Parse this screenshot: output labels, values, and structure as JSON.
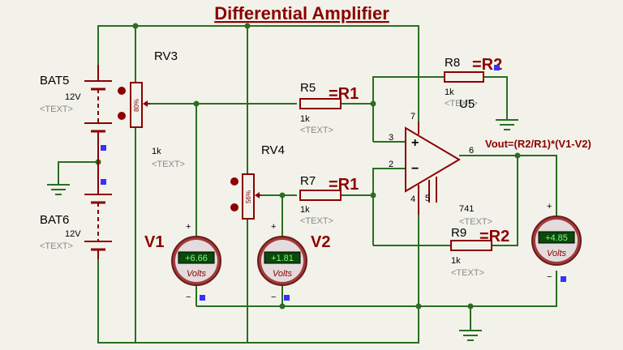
{
  "title": "Differential Amplifier",
  "formula": "Vout=(R2/R1)*(V1-V2)",
  "placeholder": "<TEXT>",
  "batteries": [
    {
      "ref": "BAT5",
      "value": "12V"
    },
    {
      "ref": "BAT6",
      "value": "12V"
    }
  ],
  "pots": [
    {
      "ref": "RV3",
      "value": "1k",
      "setting": "80%"
    },
    {
      "ref": "RV4",
      "value": "1k",
      "setting": "56%"
    }
  ],
  "resistors": [
    {
      "ref": "R5",
      "value": "1k",
      "label": "=R1"
    },
    {
      "ref": "R7",
      "value": "1k",
      "label": "=R1"
    },
    {
      "ref": "R8",
      "value": "1k",
      "label": "=R2"
    },
    {
      "ref": "R9",
      "value": "1k",
      "label": "=R2"
    }
  ],
  "opamp": {
    "ref": "U5",
    "model": "741",
    "pins": {
      "in_plus": "3",
      "in_minus": "2",
      "out": "6",
      "v_plus": "7",
      "v_minus": "4",
      "offset": "5"
    }
  },
  "voltmeters": [
    {
      "ref": "V1",
      "reading": "+6.66",
      "unit": "Volts"
    },
    {
      "ref": "V2",
      "reading": "+1.81",
      "unit": "Volts"
    },
    {
      "ref": "",
      "reading": "+4.85",
      "unit": "Volts"
    }
  ],
  "meter_signs": {
    "plus": "+",
    "minus": "−"
  },
  "colors": {
    "background": "#f2f2ea",
    "wire": "#2b6e22",
    "component": "#8b0000",
    "title": "#8b0000",
    "label": "#000000",
    "placeholder": "#888888",
    "probe": "#3333ff",
    "meter_body": "#a23a3a",
    "meter_display": "#0a4a0a",
    "meter_text": "#7cff7c",
    "pin_dot": "#2b6e22"
  }
}
